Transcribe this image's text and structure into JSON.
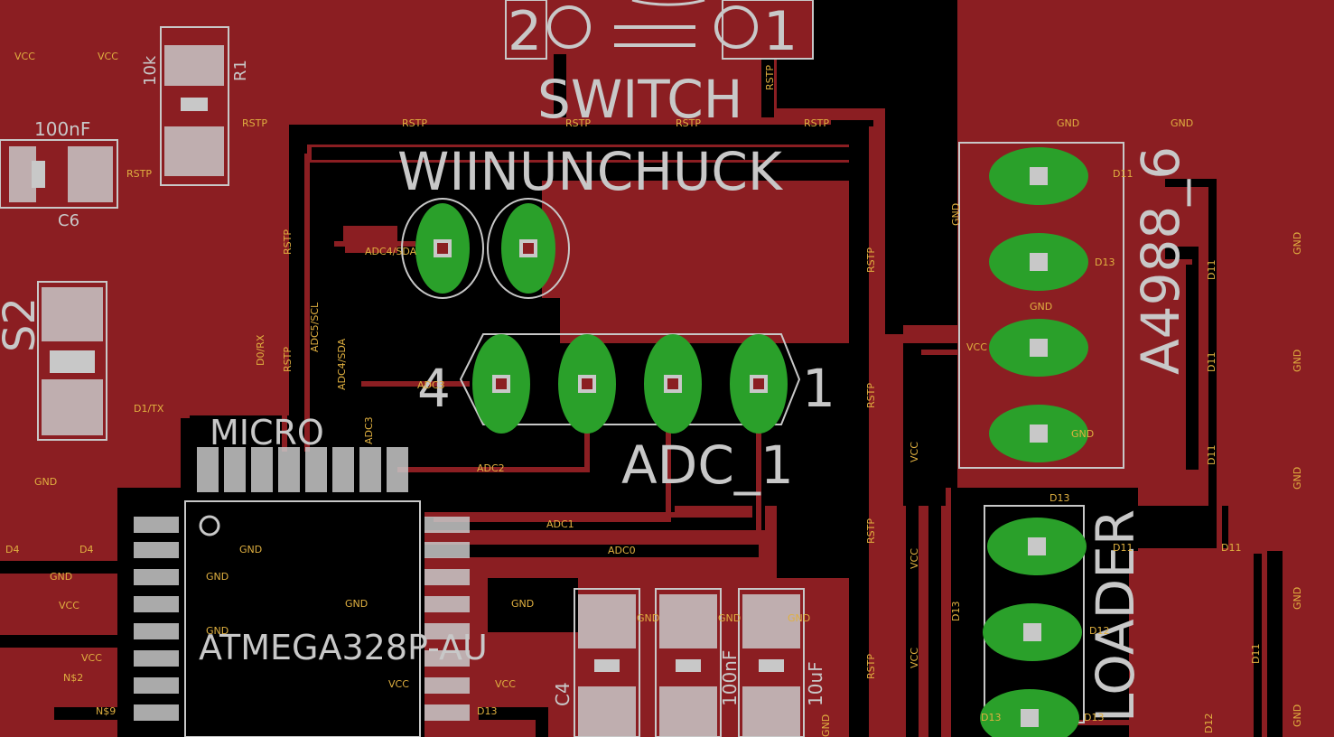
{
  "colors": {
    "background": "#000000",
    "copper": "#8b1e22",
    "pad": "#c8c8c8",
    "via_fill": "#2aa02a",
    "silk": "#c8c8c8",
    "net_label": "#e0b040"
  },
  "components": {
    "switch": {
      "name": "SWITCH",
      "pin_left": "2",
      "pin_right": "1"
    },
    "wiinunchuck": {
      "name": "WIINUNCHUCK"
    },
    "adc": {
      "name": "ADC_1",
      "pin_left": "4",
      "pin_right": "1"
    },
    "micro": {
      "name": "MICRO",
      "part": "ATMEGA328P-AU"
    },
    "a4988": {
      "name": "A4988_6"
    },
    "loader": {
      "name": "LOADER"
    },
    "r1": {
      "ref": "R1",
      "value": "10k"
    },
    "c6": {
      "ref": "C6",
      "value": "100nF"
    },
    "s2": {
      "ref": "S2"
    },
    "c4": {
      "ref": "C4",
      "value": "100nF"
    },
    "c_right": {
      "value": "10uF"
    }
  },
  "nets": {
    "vcc": "VCC",
    "gnd": "GND",
    "rstp": "RSTP",
    "d1tx": "D1/TX",
    "d0rx": "D0/RX",
    "adc0": "ADC0",
    "adc1": "ADC1",
    "adc2": "ADC2",
    "adc3": "ADC3",
    "adc4sda": "ADC4/SDA",
    "adc5scl": "ADC5/SCL",
    "d4": "D4",
    "d11": "D11",
    "d12": "D12",
    "d13": "D13",
    "n2": "N$2",
    "n9": "N$9"
  }
}
